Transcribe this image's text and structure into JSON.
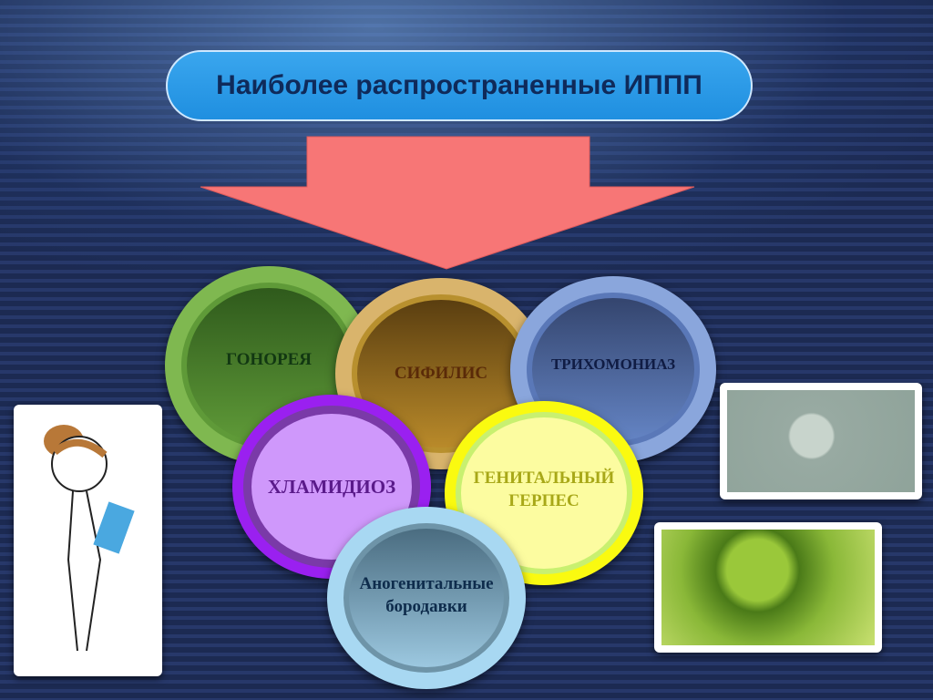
{
  "title": "Наиболее распространенные ИППП",
  "items": [
    {
      "label": "ГОНОРЕЯ",
      "color": "#78b04a"
    },
    {
      "label": "СИФИЛИС",
      "color": "#d4ad62"
    },
    {
      "label": "ТРИХОМОНИАЗ",
      "color": "#8ba6dc"
    },
    {
      "label": "ХЛАМИДИОЗ",
      "color": "#9a20f0"
    },
    {
      "label_line1": "ГЕНИТАЛЬНЫЙ",
      "label_line2": "ГЕРПЕС",
      "color": "#fafa10"
    },
    {
      "label_line1": "Аногенитальные",
      "label_line2": "бородавки",
      "color": "#a8d8f2"
    }
  ],
  "arrow_color": "#f87878"
}
